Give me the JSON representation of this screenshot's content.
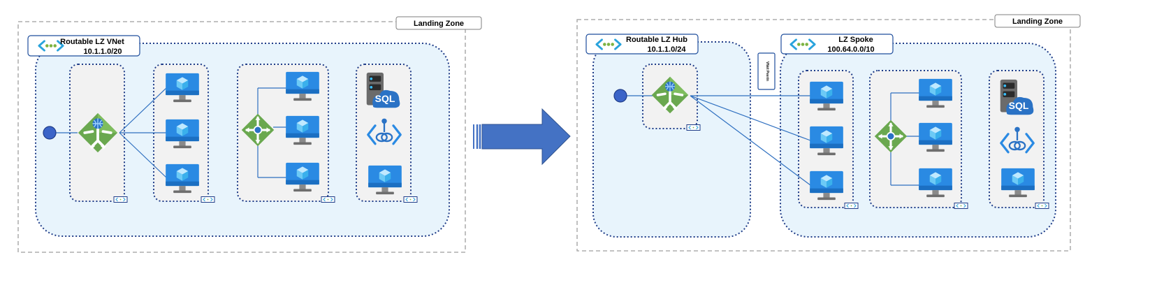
{
  "left": {
    "zone_label": "Landing Zone",
    "vnet": {
      "name": "Routable LZ VNet",
      "cidr": "10.1.1.0/20"
    }
  },
  "right": {
    "zone_label": "Landing Zone",
    "hub": {
      "name": "Routable LZ Hub",
      "cidr": "10.1.1.0/24"
    },
    "spoke": {
      "name": "LZ Spoke",
      "cidr": "100.64.0.0/10"
    },
    "peering": "VNet Peerin"
  },
  "sql_label": "SQL",
  "subnet_badge": "<·>",
  "colors": {
    "vnet_fill": "#e8f4fc",
    "subnet_fill": "#f2f2f2",
    "dotted_border": "#1f3c88",
    "arrow": "#4472c4",
    "line": "#2e6fc0",
    "monitor": "#1e88e5",
    "lb_green": "#6aa84f"
  },
  "icons": [
    "vnet-icon",
    "load-balancer-icon",
    "firewall-icon",
    "virtual-machine-icon",
    "sql-server-icon",
    "private-endpoint-icon",
    "gateway-endpoint-icon",
    "subnet-badge-icon"
  ]
}
